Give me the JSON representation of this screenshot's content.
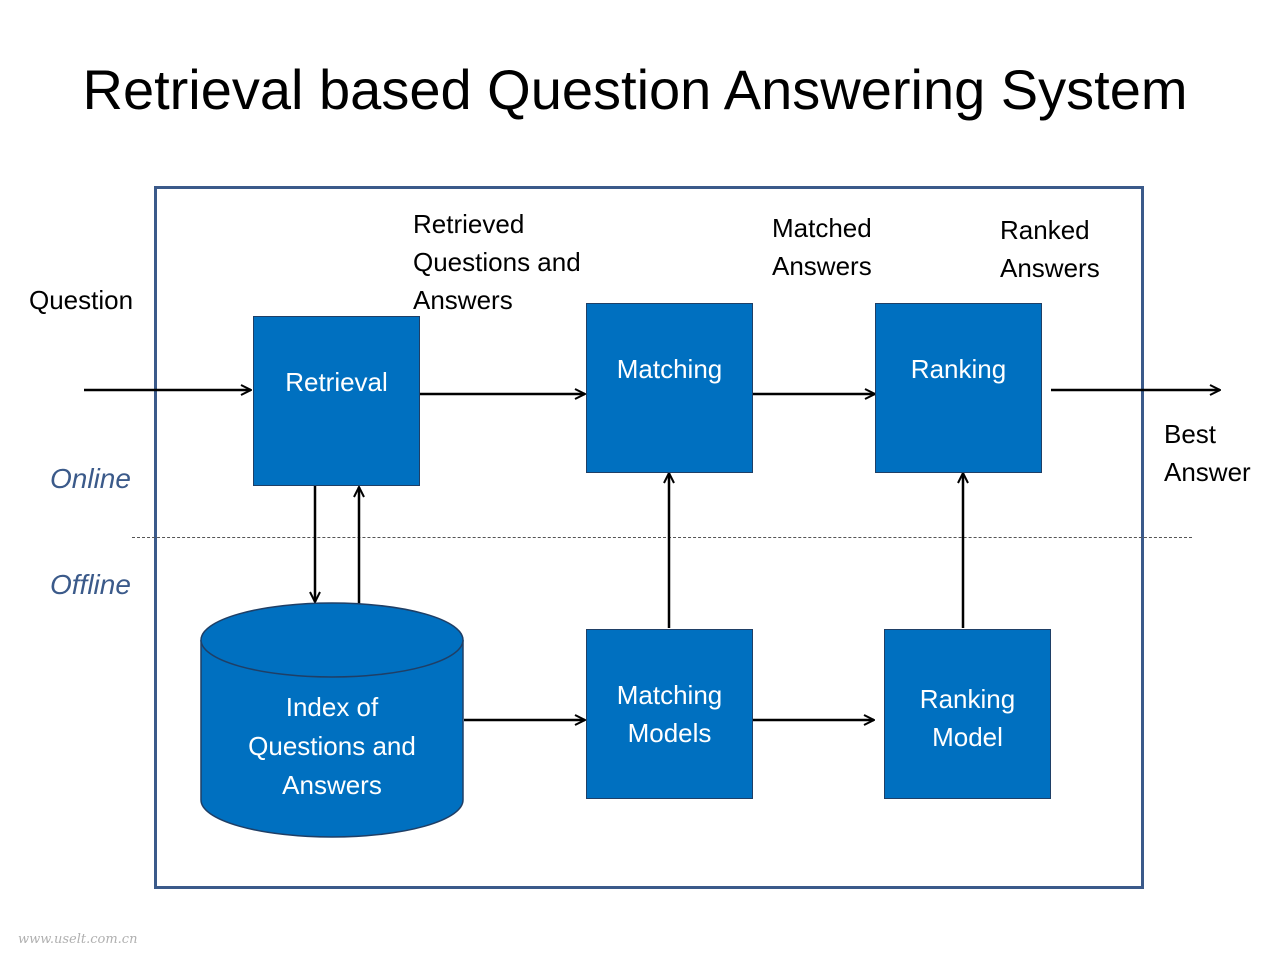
{
  "title": "Retrieval based Question Answering System",
  "phases": {
    "online": "Online",
    "offline": "Offline"
  },
  "nodes": {
    "retrieval": "Retrieval",
    "matching": "Matching",
    "ranking": "Ranking",
    "index": "Index of\nQuestions and\nAnswers",
    "matching_models": "Matching\nModels",
    "ranking_model": "Ranking\nModel"
  },
  "edge_labels": {
    "question": "Question",
    "retrieved": "Retrieved\nQuestions and\nAnswers",
    "matched": "Matched\nAnswers",
    "ranked": "Ranked\nAnswers",
    "best_answer": "Best\nAnswer"
  },
  "colors": {
    "box_fill": "#0070c0",
    "frame": "#3b5a8a",
    "phase_text": "#3b5a8a"
  },
  "watermark": "www.uselt.com.cn"
}
